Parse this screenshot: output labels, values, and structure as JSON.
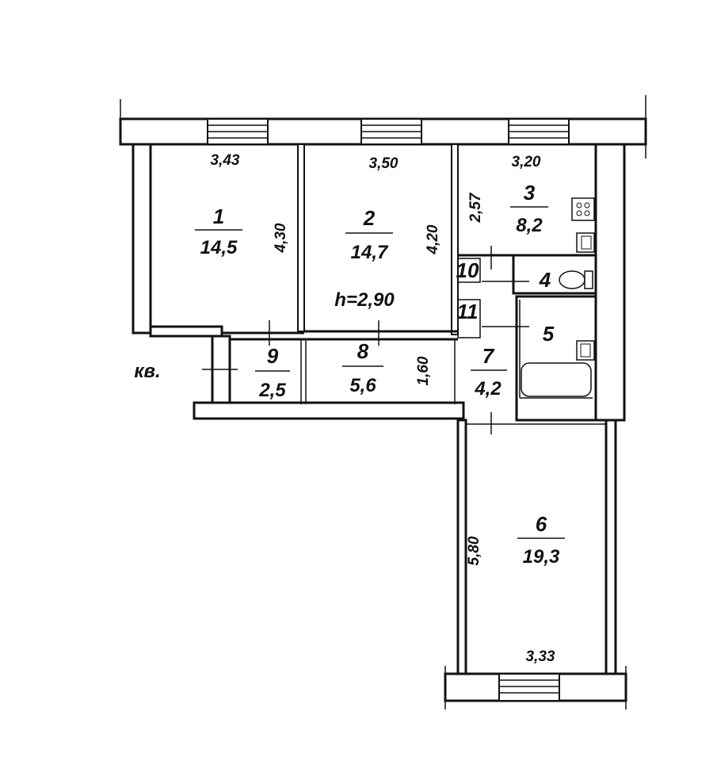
{
  "plan": {
    "entrance_label": "кв.",
    "ceiling_height": "h=2,90",
    "rooms": [
      {
        "id": "room-1",
        "number": "1",
        "area": "14,5"
      },
      {
        "id": "room-2",
        "number": "2",
        "area": "14,7"
      },
      {
        "id": "room-3",
        "number": "3",
        "area": "8,2"
      },
      {
        "id": "room-4",
        "number": "4",
        "area": ""
      },
      {
        "id": "room-5",
        "number": "5",
        "area": ""
      },
      {
        "id": "room-6",
        "number": "6",
        "area": "19,3"
      },
      {
        "id": "room-7",
        "number": "7",
        "area": "4,2"
      },
      {
        "id": "room-8",
        "number": "8",
        "area": "5,6"
      },
      {
        "id": "room-9",
        "number": "9",
        "area": "2,5"
      },
      {
        "id": "room-10",
        "number": "10",
        "area": ""
      },
      {
        "id": "room-11",
        "number": "11",
        "area": ""
      }
    ],
    "dimensions": {
      "room1_width": "3,43",
      "room1_length": "4,30",
      "room2_width": "3,50",
      "room2_length": "4,20",
      "room3_width": "3,20",
      "room3_length": "2,57",
      "room8_length": "1,60",
      "room6_length": "5,80",
      "room6_width": "3,33"
    }
  }
}
